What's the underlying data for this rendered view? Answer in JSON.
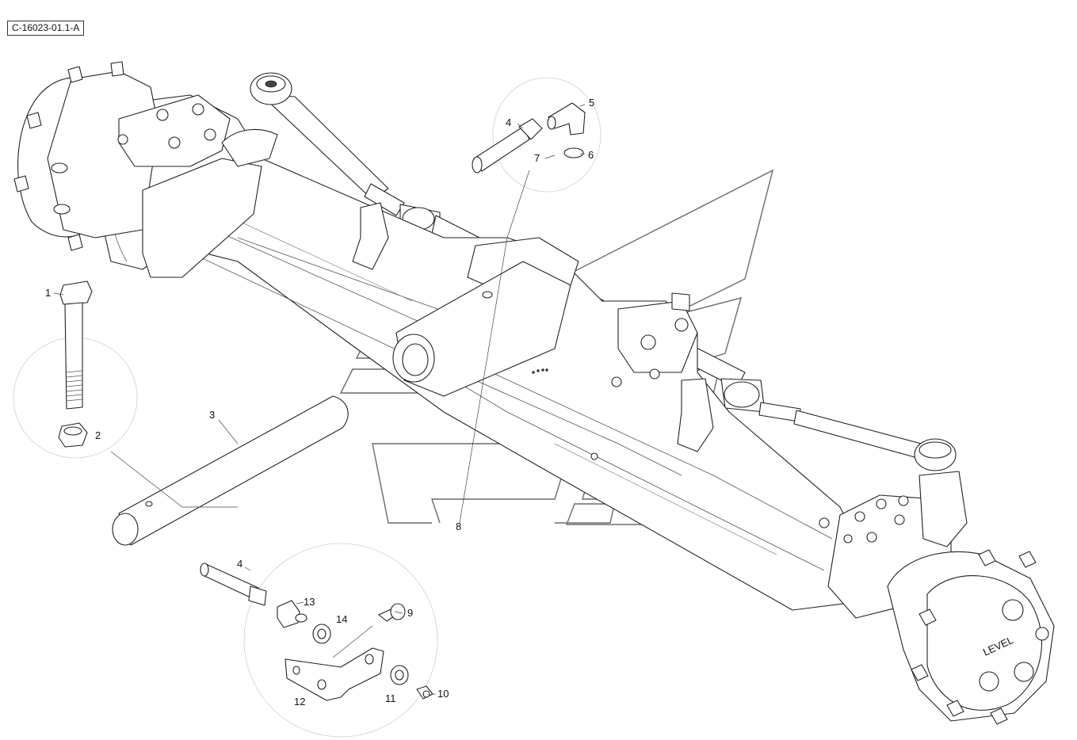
{
  "drawing_code": "C-16023-01.1-A",
  "callouts": {
    "c1": "1",
    "c2": "2",
    "c3": "3",
    "c4a": "4",
    "c5": "5",
    "c6": "6",
    "c7": "7",
    "c8": "8",
    "c4b": "4",
    "c13": "13",
    "c14": "14",
    "c9": "9",
    "c12": "12",
    "c11": "11",
    "c10": "10"
  },
  "hub_marking": "LEVEL"
}
